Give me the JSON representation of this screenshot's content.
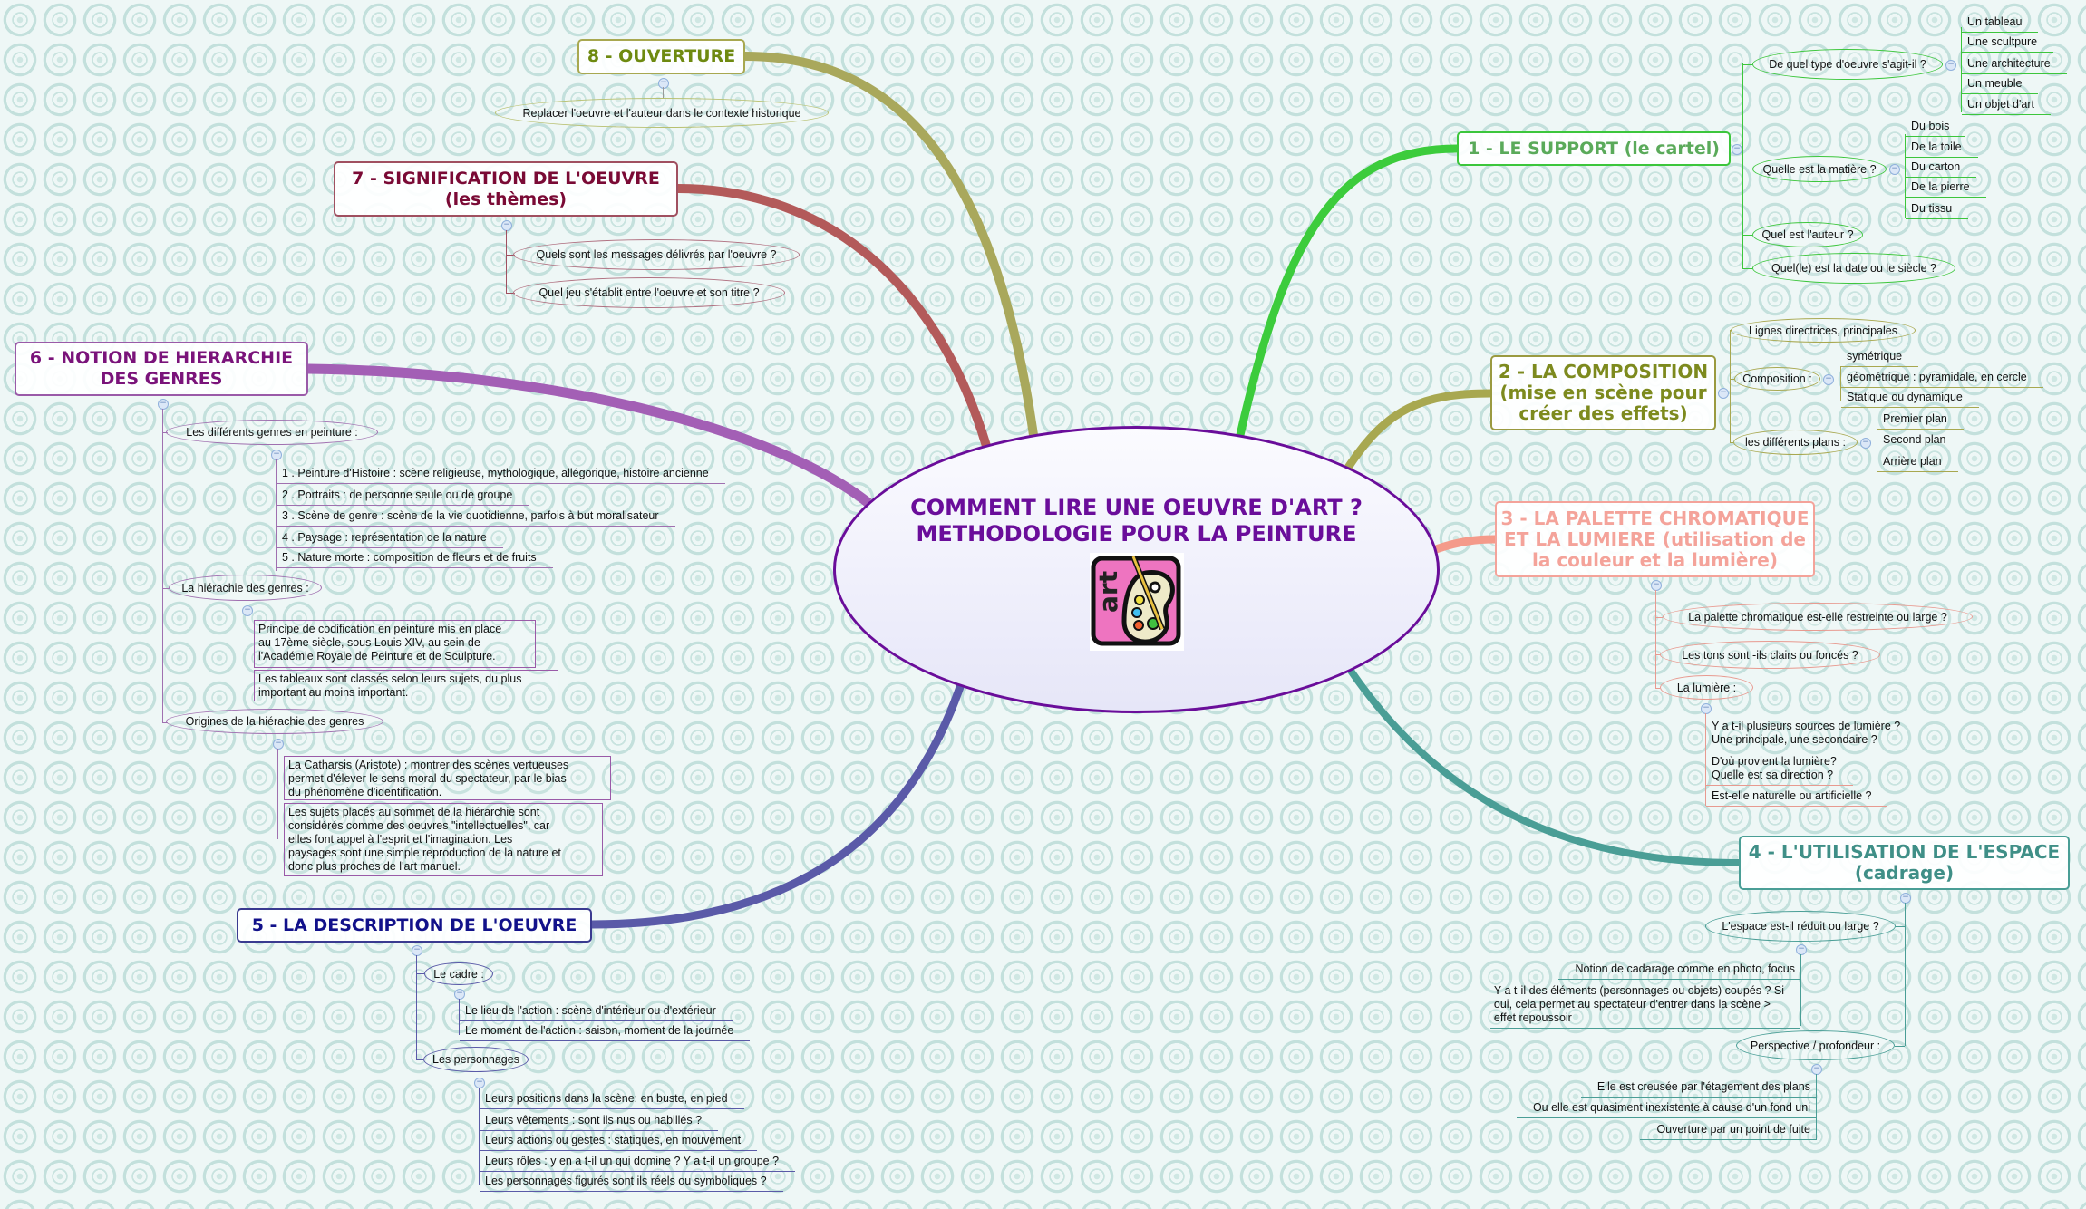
{
  "central": {
    "title_line1": "COMMENT LIRE UNE OEUVRE D'ART ?",
    "title_line2": "METHODOLOGIE POUR LA PEINTURE",
    "logo_text": "art",
    "icon": "art-palette-icon"
  },
  "colors": {
    "central": "#6a0d9a",
    "b1": "#3cc63c",
    "b2": "#7d8a1e",
    "b3": "#f4a39a",
    "b4": "#3f8f87",
    "b5": "#11118a",
    "b6": "#7a137a",
    "b7": "#7a0a35",
    "b8": "#6e8a10"
  },
  "b1": {
    "title": "1 - LE SUPPORT (le cartel)",
    "q1": "De quel type d'oeuvre s'agit-il ?",
    "types": [
      "Un tableau",
      "Une scultpure",
      "Une architecture",
      "Un meuble",
      "Un objet d'art"
    ],
    "q2": "Quelle est la matière ?",
    "materials": [
      "Du bois",
      "De la toile",
      "Du carton",
      "De la pierre",
      "Du tissu"
    ],
    "q3": "Quel est l'auteur ?",
    "q4": "Quel(le) est la date  ou le siècle ?"
  },
  "b2": {
    "title_line1": "2 - LA COMPOSITION",
    "title_line2": "(mise en scène pour",
    "title_line3": "créer des effets)",
    "lignes": "Lignes directrices, principales",
    "composition": "Composition :",
    "composition_items": [
      "symétrique",
      "géométrique : pyramidale, en cercle",
      "Statique ou dynamique"
    ],
    "plans": "les différents plans :",
    "plans_items": [
      "Premier plan",
      "Second plan",
      "Arrière plan"
    ]
  },
  "b3": {
    "title_line1": "3 - LA PALETTE CHROMATIQUE",
    "title_line2": "ET LA LUMIERE (utilisation de",
    "title_line3": "la couleur et la lumière)",
    "q1": "La palette chromatique est-elle restreinte ou large ?",
    "q2": "Les tons sont -ils clairs ou foncés ?",
    "lumiere": "La lumière :",
    "lumiere_items": [
      [
        "Y a t-il plusieurs sources de lumière ?",
        "Une principale, une secondaire ?"
      ],
      [
        "D'où provient la lumière?",
        "Quelle est sa direction ?"
      ],
      [
        "Est-elle naturelle ou artificielle ?"
      ]
    ]
  },
  "b4": {
    "title_line1": "4 - L'UTILISATION DE L'ESPACE",
    "title_line2": "(cadrage)",
    "espace": "L'espace est-il réduit ou large ?",
    "espace_items": [
      "Notion de cadarage comme en photo, focus",
      [
        "Y a t-il des éléments (personnages ou objets) coupés ? Si",
        "oui, cela permet au spectateur d'entrer dans la scène >",
        "effet repoussoir"
      ]
    ],
    "perspective": "Perspective / profondeur :",
    "perspective_items": [
      "Elle est creusée par l'étagement des plans",
      "Ou elle est quasiment inexistente à cause d'un fond uni",
      "Ouverture par un point de fuite"
    ]
  },
  "b5": {
    "title": "5 - LA DESCRIPTION DE L'OEUVRE",
    "cadre": "Le cadre :",
    "cadre_items": [
      "Le lieu de l'action : scène d'intérieur ou d'extérieur",
      "Le moment de l'action : saison, moment de la journée"
    ],
    "personnages": "Les personnages",
    "personnages_items": [
      "Leurs positions dans la scène: en buste, en pied",
      "Leurs vêtements : sont ils nus ou habillés ?",
      "Leurs actions ou gestes : statiques, en mouvement",
      "Leurs rôles : y en a t-il un qui domine ? Y a t-il un groupe ?",
      "Les personnages figurés sont ils réels ou symboliques ?"
    ]
  },
  "b6": {
    "title_line1": "6 - NOTION DE HIERARCHIE",
    "title_line2": "DES GENRES",
    "genres": "Les différents genres en peinture :",
    "genres_items": [
      "1 . Peinture d'Histoire : scène religieuse, mythologique, allégorique, histoire ancienne",
      "2 . Portraits  : de personne seule ou de groupe",
      "3 . Scène de genre  : scène de la vie quotidienne, parfois à but moralisateur",
      "4 . Paysage : représentation de la nature",
      "5 . Nature morte : composition de fleurs et de fruits"
    ],
    "hierarchie": "La hiérachie des genres :",
    "hierarchie_notes": [
      [
        "Principe de codification en peinture mis en place",
        "au 17ème siècle, sous Louis XIV, au sein de",
        "l'Académie Royale de Peinture et de Sculpture."
      ],
      [
        "Les tableaux sont classés selon leurs sujets, du plus",
        "important au moins important."
      ]
    ],
    "origines": "Origines de la hiérachie des genres",
    "origines_notes": [
      [
        "La Catharsis (Aristote) : montrer des scènes vertueuses",
        "permet d'élever le sens moral du spectateur, par le bias",
        "du phénomène d'identification."
      ],
      [
        "Les sujets placés au sommet de la hiérarchie sont",
        "considérés comme des oeuvres \"intellectuelles\", car",
        "elles font appel à l'esprit et l'imagination. Les",
        "paysages sont une simple reproduction de la nature et",
        "donc plus proches de l'art manuel."
      ]
    ]
  },
  "b7": {
    "title_line1": "7 - SIGNIFICATION DE L'OEUVRE",
    "title_line2": "(les thèmes)",
    "q1": "Quels sont les messages délivrés par l'oeuvre ?",
    "q2": "Quel jeu s'établit entre l'oeuvre et son titre ?"
  },
  "b8": {
    "title": "8 - OUVERTURE",
    "q1": "Replacer l'oeuvre et l'auteur dans le contexte historique"
  },
  "toggle_symbol": "−"
}
